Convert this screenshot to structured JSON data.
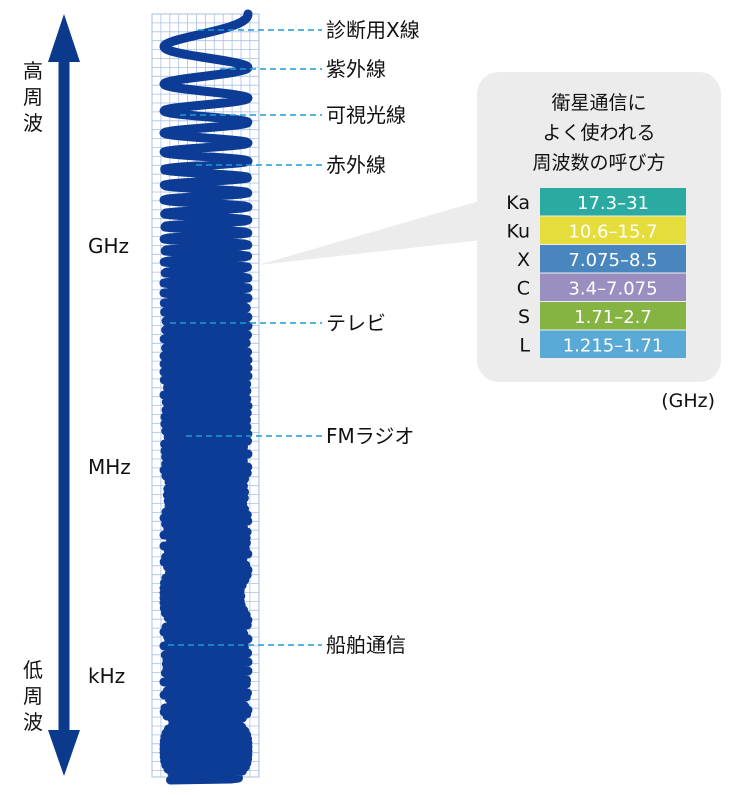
{
  "axis": {
    "high_label": "高周波",
    "low_label": "低周波",
    "units": [
      "GHz",
      "MHz",
      "kHz"
    ]
  },
  "spectrum_labels": [
    "診断用X線",
    "紫外線",
    "可視光線",
    "赤外線",
    "テレビ",
    "FMラジオ",
    "船舶通信"
  ],
  "callout": {
    "title_lines": [
      "衛星通信に",
      "よく使われる",
      "周波数の呼び方"
    ],
    "bands": [
      {
        "name": "Ka",
        "range": "17.3–31",
        "color": "#2aaaa0"
      },
      {
        "name": "Ku",
        "range": "10.6–15.7",
        "color": "#e5dd3c"
      },
      {
        "name": "X",
        "range": "7.075–8.5",
        "color": "#4a86be"
      },
      {
        "name": "C",
        "range": "3.4–7.075",
        "color": "#9b8fc2"
      },
      {
        "name": "S",
        "range": "1.71–2.7",
        "color": "#86b443"
      },
      {
        "name": "L",
        "range": "1.215–1.71",
        "color": "#59a9d7"
      }
    ],
    "unit": "(GHz)"
  },
  "colors": {
    "arrow": "#0b3a8c",
    "wave": "#0c3c96",
    "grid": "#a9c0e6",
    "leader": "#1f9ad6",
    "callout_bg": "#ececec"
  }
}
